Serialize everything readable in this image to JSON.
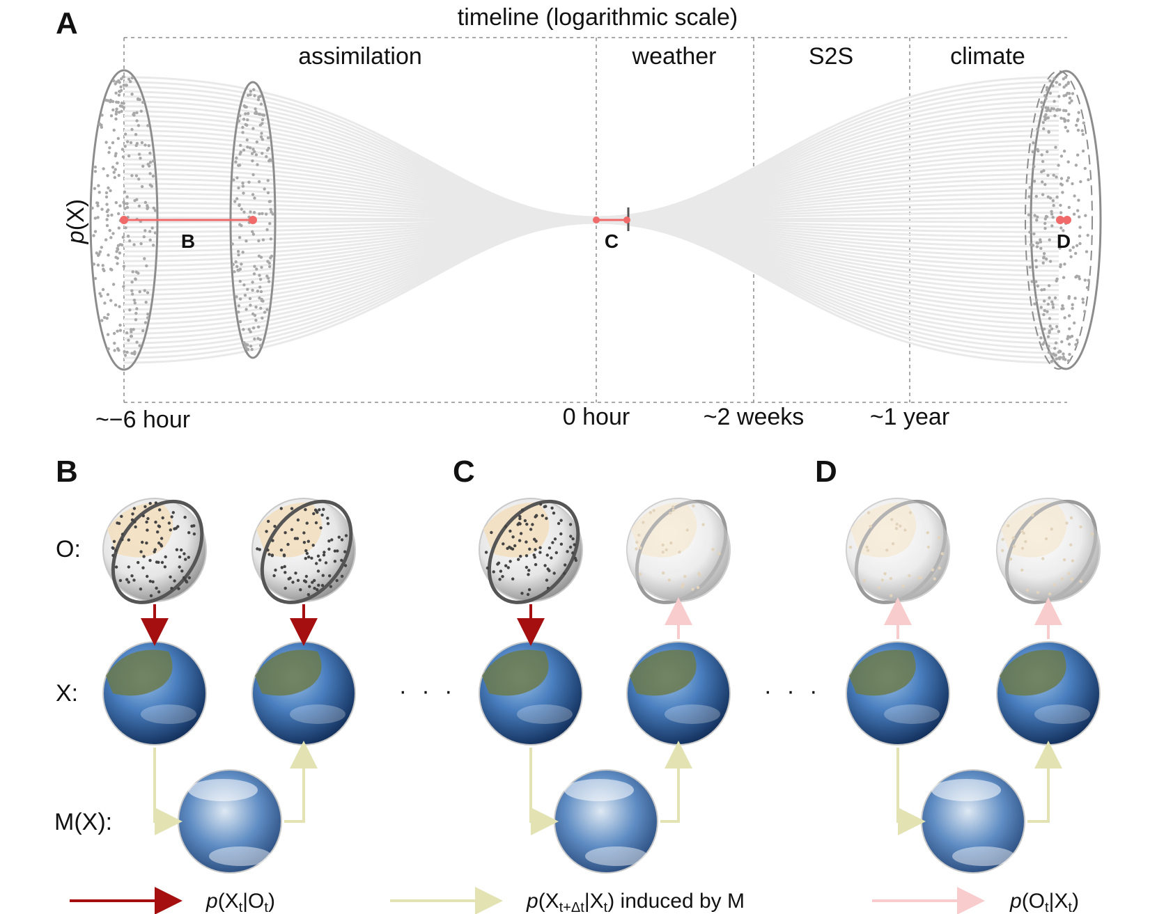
{
  "panelA": {
    "label": "A",
    "title": "timeline (logarithmic scale)",
    "ylabel_italic": "p",
    "ylabel_rest": "(X)",
    "phases": [
      "assimilation",
      "weather",
      "S2S",
      "climate"
    ],
    "ticks": [
      "~−6 hour",
      "0 hour",
      "~2 weeks",
      "~1 year"
    ],
    "markers": [
      "B",
      "C",
      "D"
    ]
  },
  "panels": [
    {
      "label": "B"
    },
    {
      "label": "C"
    },
    {
      "label": "D"
    }
  ],
  "rows": {
    "obs": "O:",
    "state": "X:",
    "model": "M(X):"
  },
  "ellipsis": "· · ·",
  "legend": [
    {
      "color": "#a50f0f",
      "italic": "p",
      "pre": "(X",
      "sub": "t",
      "mid": "|O",
      "sub2": "t",
      "post": ")"
    },
    {
      "color": "#e2e2b3",
      "italic": "p",
      "pre": "(X",
      "sub": "t+Δt",
      "mid": "|X",
      "sub2": "t",
      "post": ") induced by M"
    },
    {
      "color": "#f8cccc",
      "italic": "p",
      "pre": "(O",
      "sub": "t",
      "mid": "|X",
      "sub2": "t",
      "post": ")"
    }
  ],
  "colors": {
    "assimilation_arrow": "#a50f0f",
    "model_arrow": "#e2e2b3",
    "observation_arrow": "#f8cccc",
    "marker": "#f06a6a"
  }
}
